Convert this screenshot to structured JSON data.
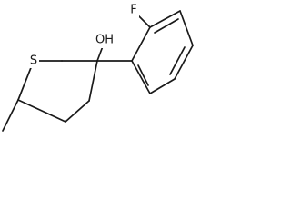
{
  "structure": {
    "atoms": {
      "fluorine": "F",
      "hydroxyl": "OH",
      "sulfur": "S"
    }
  }
}
